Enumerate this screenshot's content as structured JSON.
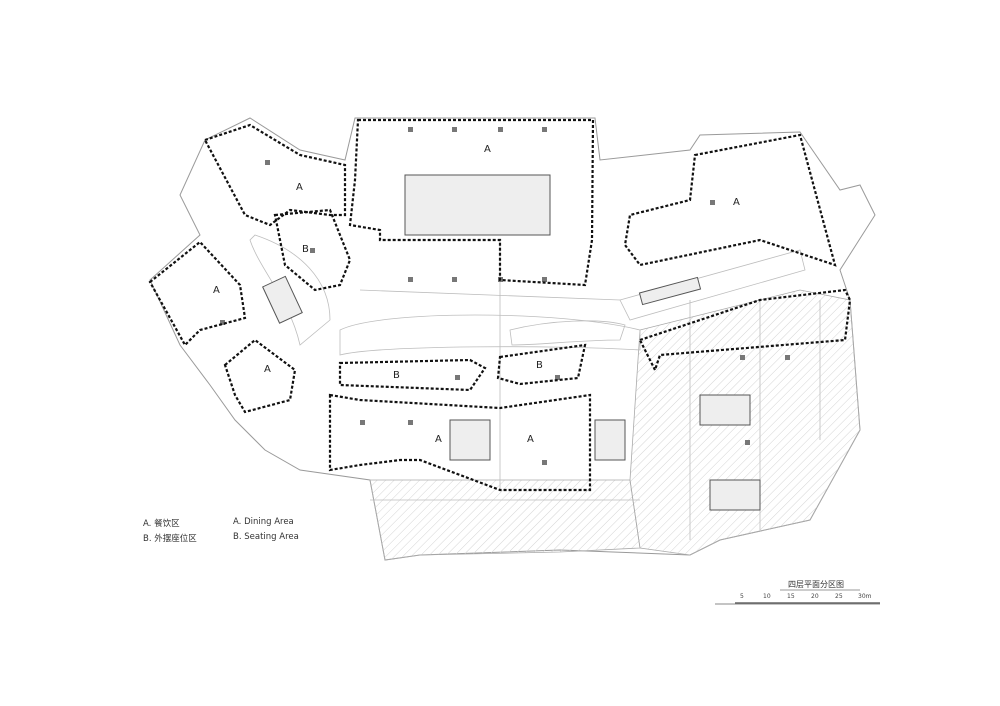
{
  "zones": {
    "a_label": "A",
    "b_label": "B"
  },
  "legend": {
    "items": [
      {
        "cn": "A. 餐饮区",
        "en": "A. Dining Area"
      },
      {
        "cn": "B. 外摆座位区",
        "en": "B. Seating Area"
      }
    ]
  },
  "scale": {
    "title": "四层平面分区图",
    "ticks": [
      "5",
      "10",
      "15",
      "20",
      "25",
      "30m"
    ]
  }
}
